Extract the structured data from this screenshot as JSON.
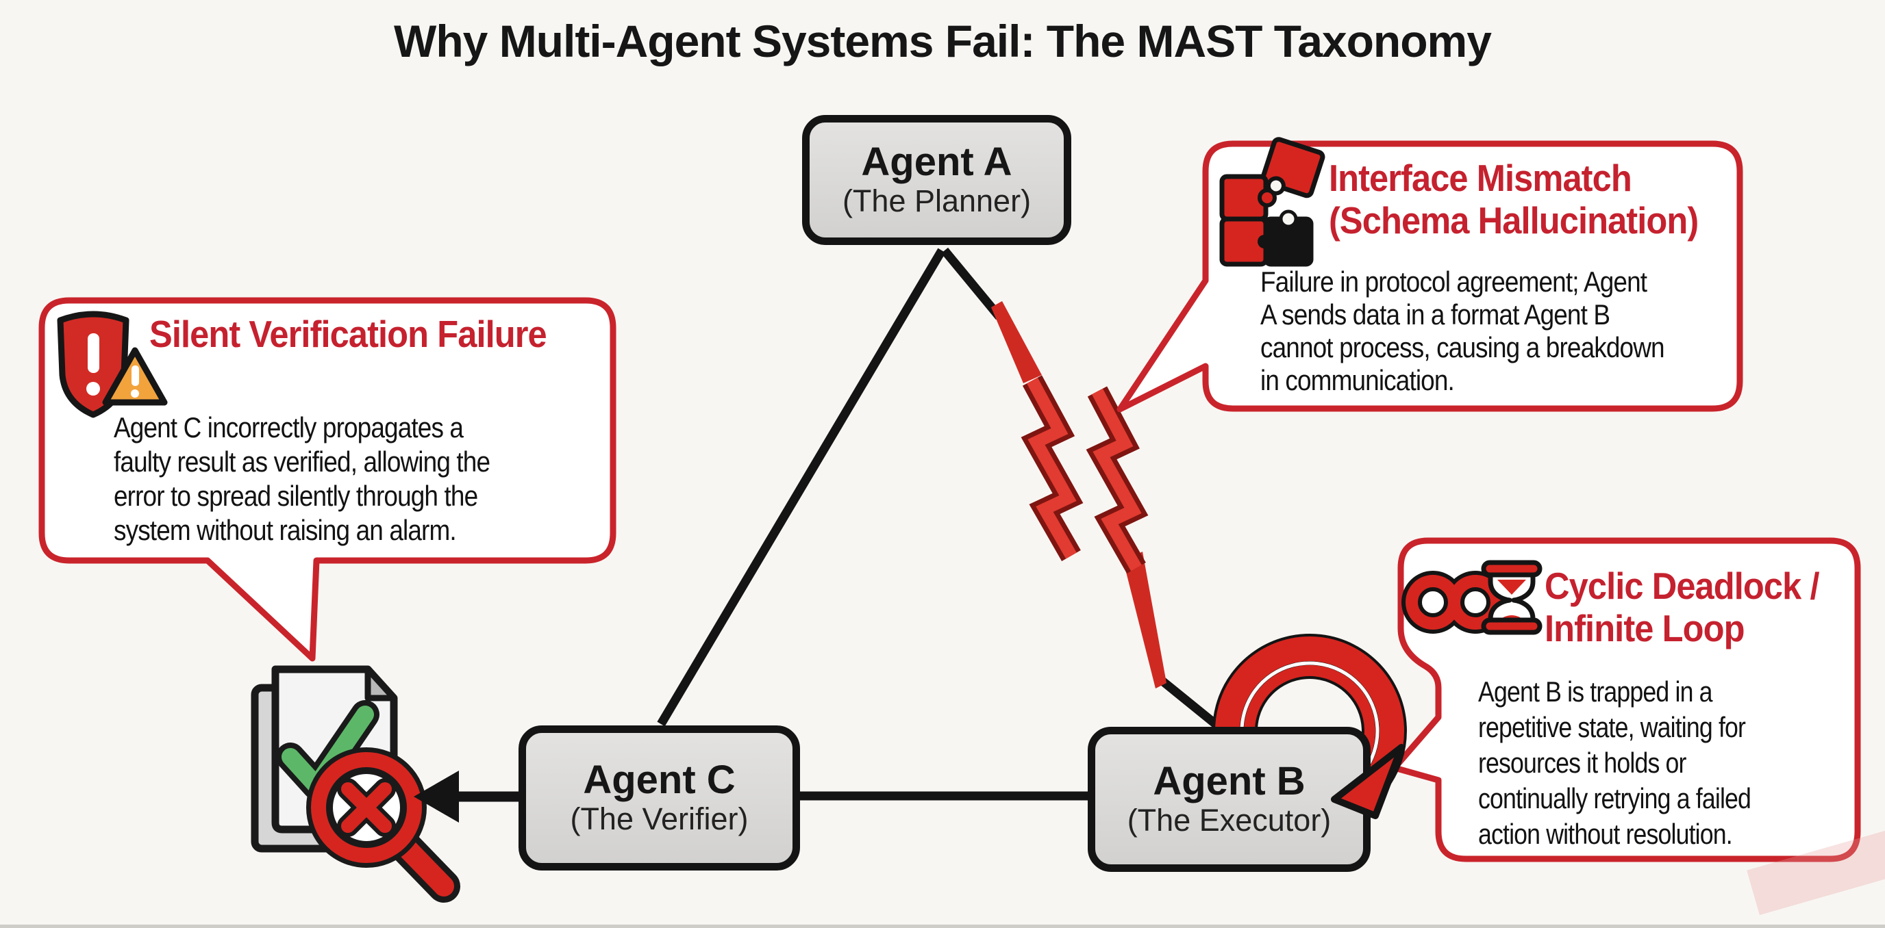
{
  "title": "Why Multi-Agent Systems Fail: The MAST Taxonomy",
  "agents": {
    "a": {
      "name": "Agent A",
      "role": "(The Planner)"
    },
    "b": {
      "name": "Agent B",
      "role": "(The Executor)"
    },
    "c": {
      "name": "Agent C",
      "role": "(The Verifier)"
    }
  },
  "failures": {
    "silent": {
      "title": "Silent Verification Failure",
      "body": "Agent C incorrectly propagates a\nfaulty result as verified, allowing the\nerror to spread silently through the\nsystem without raising an alarm.",
      "icon": "shield-alert-icon"
    },
    "interface": {
      "title": "Interface Mismatch\n(Schema Hallucination)",
      "body": "Failure in protocol agreement; Agent\nA sends data in a format Agent B\ncannot process, causing a breakdown\nin communication.",
      "icon": "puzzle-pieces-icon"
    },
    "cyclic": {
      "title": "Cyclic Deadlock /\nInfinite Loop",
      "body": "Agent B is trapped in a\nrepetitive state, waiting for\nresources it holds or\ncontinually retrying a failed\naction without resolution.",
      "icon": "infinity-hourglass-icon"
    }
  },
  "symbols": {
    "broken_link": "lightning-break-icon",
    "loop": "loop-arrow-icon",
    "verified_doc": "verified-document-icon",
    "magnifier": "magnifier-x-icon"
  },
  "colors": {
    "background": "#f8f6f3",
    "accent_red": "#c9242b",
    "bolt_red": "#d6251f",
    "box_fill": "#d8d7d5",
    "box_border": "#141414",
    "check_green": "#5cb868",
    "warning_orange": "#f2a33c"
  }
}
